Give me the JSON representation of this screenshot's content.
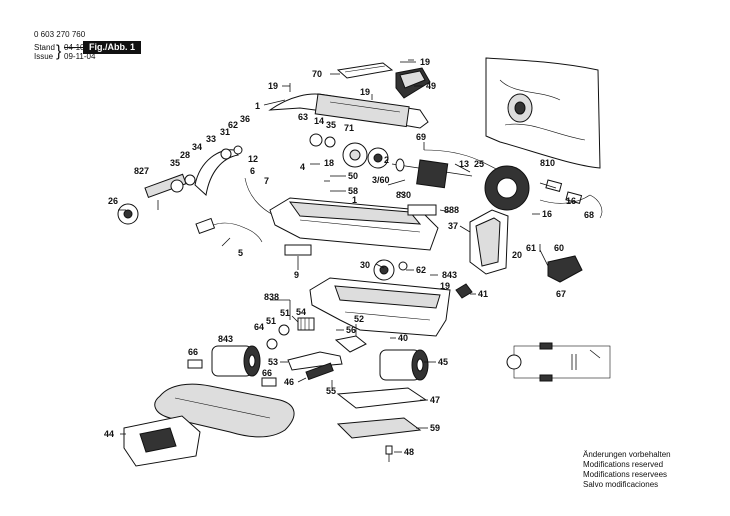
{
  "header": {
    "doc_number": "0 603 270 760",
    "stand_label": "Stand",
    "stand_value": "04-10",
    "issue_label": "Issue",
    "issue_value": "09-11-04",
    "figure_label": "Fig./Abb. 1"
  },
  "part_labels": [
    "19",
    "70",
    "49",
    "19",
    "19",
    "1",
    "63",
    "14",
    "35",
    "71",
    "69",
    "62",
    "36",
    "31",
    "33",
    "34",
    "28",
    "35",
    "12",
    "18",
    "4",
    "2",
    "13",
    "25",
    "827",
    "6",
    "50",
    "58",
    "3/60",
    "830",
    "810",
    "16",
    "26",
    "1",
    "888",
    "37",
    "16",
    "68",
    "7",
    "5",
    "9",
    "20",
    "61",
    "60",
    "30",
    "62",
    "843",
    "19",
    "41",
    "67",
    "838",
    "54",
    "51",
    "64",
    "51",
    "56",
    "52",
    "843",
    "40",
    "66",
    "53",
    "46",
    "55",
    "66",
    "45",
    "47",
    "44",
    "59",
    "48"
  ],
  "footer_notes": [
    "Änderungen vorbehalten",
    "Modifications reserved",
    "Modifications reservees",
    "Salvo modificaciones"
  ]
}
